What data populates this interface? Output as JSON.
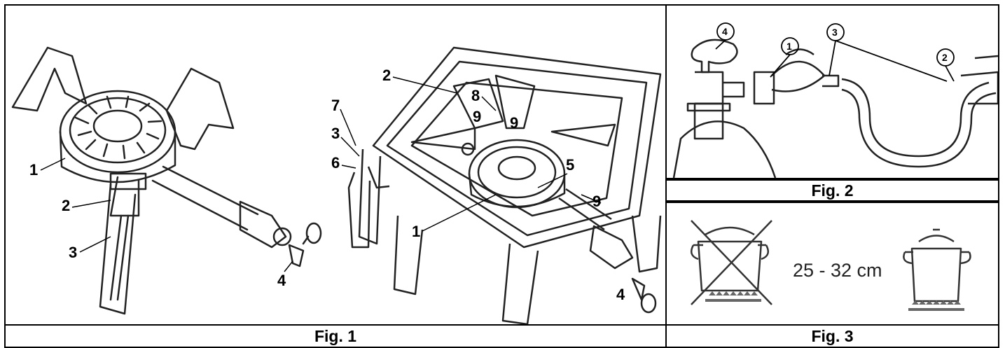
{
  "fig1": {
    "caption": "Fig. 1",
    "labels": [
      "1",
      "2",
      "3",
      "4",
      "2",
      "7",
      "3",
      "6",
      "8",
      "9",
      "9",
      "5",
      "1",
      "9",
      "4"
    ]
  },
  "fig2": {
    "caption": "Fig. 2",
    "labels": [
      "4",
      "1",
      "3",
      "2"
    ]
  },
  "fig3": {
    "caption": "Fig. 3",
    "size_text": "25 - 32 cm"
  }
}
